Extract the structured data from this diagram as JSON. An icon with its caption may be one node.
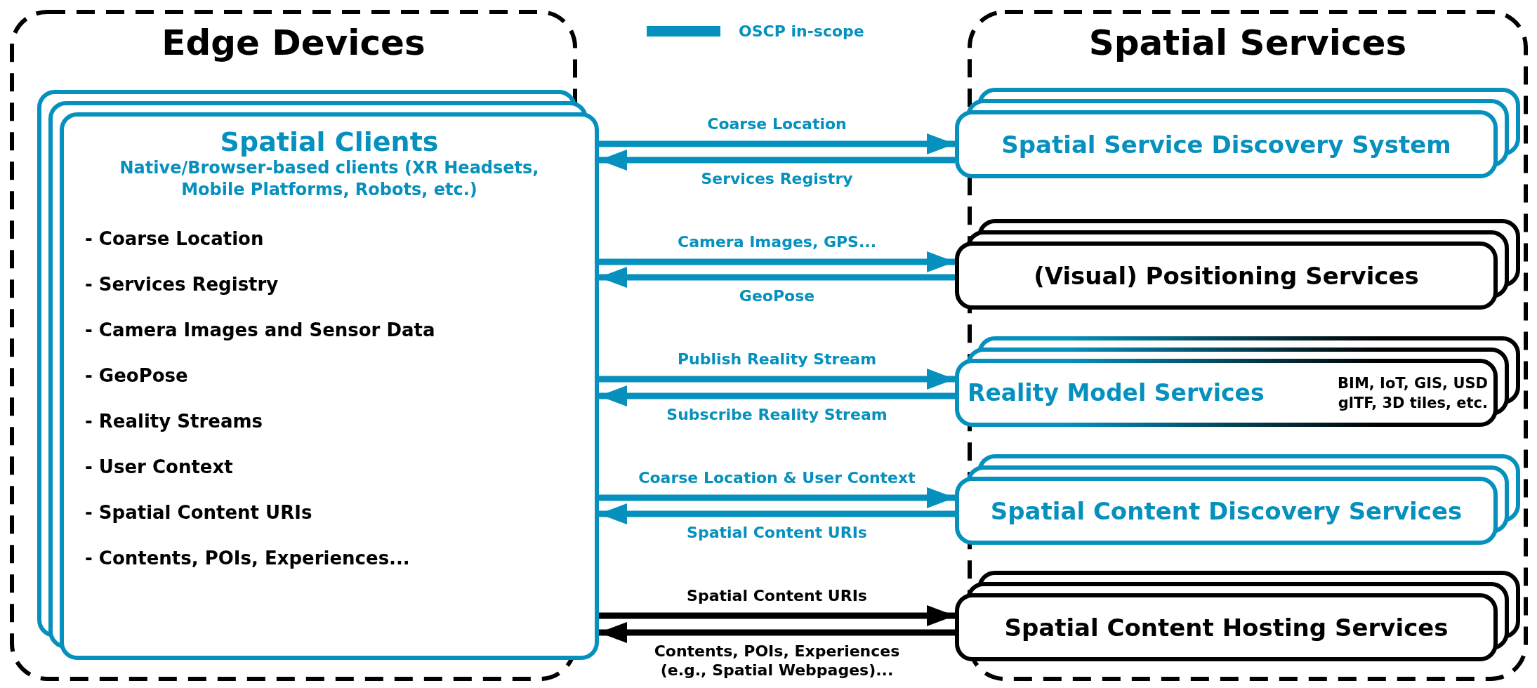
{
  "diagram": {
    "nodes": [
      {
        "text": [
          "Edge Devices"
        ]
      },
      {
        "text": [
          "Spatial Clients",
          "Native/Browser-based clients (XR Headsets, Mobile Platforms, Robots, etc.)",
          "- Coarse Location",
          "- Services Registry",
          "- Camera Images and Sensor Data",
          "- GeoPose",
          "- Reality Streams",
          "- User Context",
          "- Spatial Content URIs",
          "- Contents, POIs, Experiences..."
        ],
        "in": 0
      },
      {
        "text": [
          "Spatial Services"
        ]
      },
      {
        "text": [
          "Spatial Service Discovery System"
        ],
        "in": 2
      },
      {
        "text": [
          "(Visual) Positioning Services"
        ],
        "in": 2
      },
      {
        "text": [
          "Reality Model Services",
          "BIM, IoT, GIS, USD glTF, 3D tiles, etc."
        ],
        "in": 2
      },
      {
        "text": [
          "Spatial Content Discovery Services"
        ],
        "in": 2
      },
      {
        "text": [
          "Spatial Content Hosting Services"
        ],
        "in": 2
      }
    ],
    "edges": [
      {
        "from": 1,
        "to": 3,
        "arrow": "to",
        "label": "Coarse Location"
      },
      {
        "from": 3,
        "to": 1,
        "arrow": "to",
        "label": "Services Registry"
      },
      {
        "from": 1,
        "to": 4,
        "arrow": "to",
        "label": "Camera Images, GPS..."
      },
      {
        "from": 4,
        "to": 1,
        "arrow": "to",
        "label": "GeoPose"
      },
      {
        "from": 1,
        "to": 5,
        "arrow": "to",
        "label": "Publish Reality Stream"
      },
      {
        "from": 5,
        "to": 1,
        "arrow": "to",
        "label": "Subscribe Reality Stream"
      },
      {
        "from": 1,
        "to": 6,
        "arrow": "to",
        "label": "Coarse Location & User Context"
      },
      {
        "from": 6,
        "to": 1,
        "arrow": "to",
        "label": "Spatial Content URIs"
      },
      {
        "from": 1,
        "to": 7,
        "arrow": "to",
        "label": "Spatial Content URIs",
        "color": "#000000"
      },
      {
        "from": 7,
        "to": 1,
        "arrow": "to",
        "label": "Contents, POIs, Experiences (e.g., Spatial Webpages)...",
        "color": "#000000"
      }
    ],
    "legend": [
      {
        "text": "OSCP in-scope",
        "color": "#0590bd"
      }
    ]
  }
}
